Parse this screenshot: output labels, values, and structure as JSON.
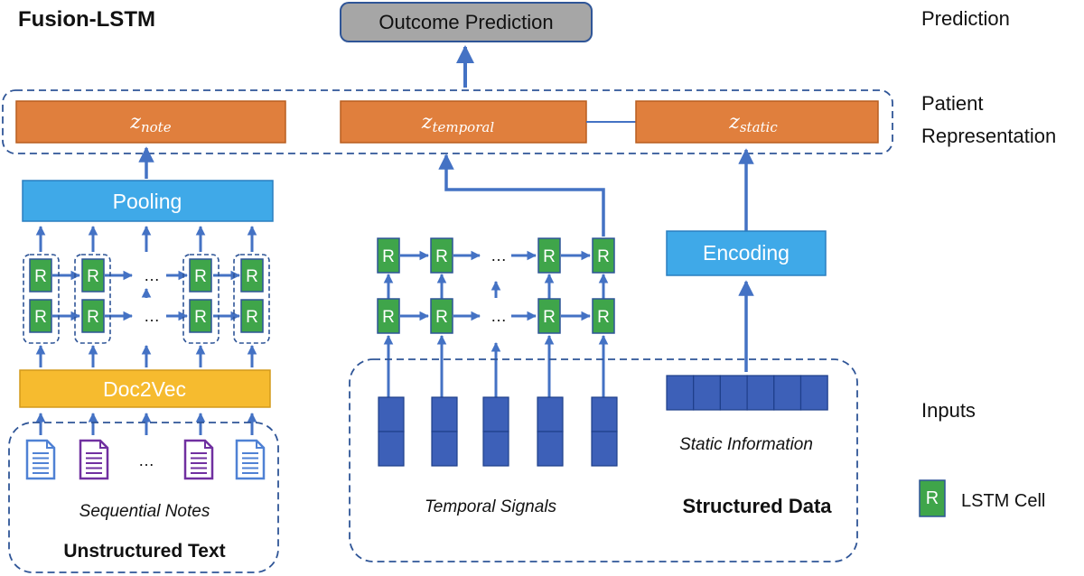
{
  "title": "Fusion-LSTM",
  "outcome_box": "Outcome Prediction",
  "side_labels": {
    "prediction": "Prediction",
    "patient_line1": "Patient",
    "patient_line2": "Representation",
    "inputs": "Inputs"
  },
  "representations": {
    "note": {
      "main": "z",
      "sub": "note"
    },
    "temporal": {
      "main": "z",
      "sub": "temporal"
    },
    "static": {
      "main": "z",
      "sub": "static"
    }
  },
  "pooling": "Pooling",
  "doc2vec": "Doc2Vec",
  "encoding": "Encoding",
  "lstm_cell_letter": "R",
  "ellipsis": "…",
  "sequential_notes": "Sequential Notes",
  "unstructured_text": "Unstructured Text",
  "temporal_signals": "Temporal Signals",
  "static_information": "Static Information",
  "structured_data": "Structured Data",
  "legend": {
    "cell_letter": "R",
    "label": "LSTM Cell"
  },
  "colors": {
    "orange": "#e07f3d",
    "blue_box": "#3fa9e8",
    "yellow": "#f6bb2f",
    "green": "#3fa54a",
    "grey": "#a6a6a6",
    "arrow": "#4472c4",
    "vector": "#3d60b8",
    "doc_blue": "#4f81d4",
    "doc_purple": "#7030a0"
  }
}
